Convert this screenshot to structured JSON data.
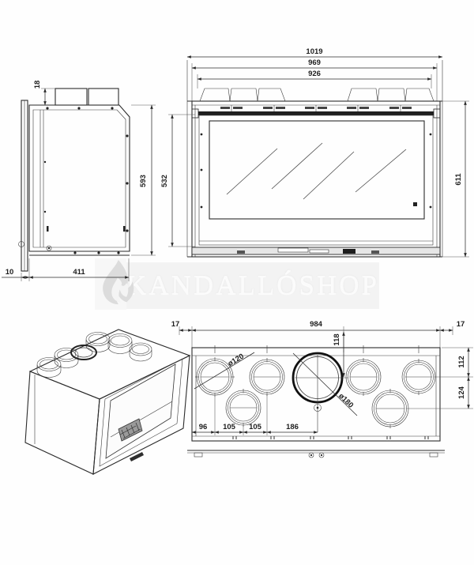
{
  "watermark": {
    "brand": "KANDALLÓSHOP",
    "tile_color": "#f7f7f7",
    "flame_color": "#dcdcdc",
    "text_color": "#fbfbfb"
  },
  "drawing": {
    "line_color": "#2b2b2b",
    "views": {
      "side": {
        "dim_collar_height": "18",
        "dim_body_height": "593",
        "dim_flange_offset": "10",
        "dim_depth": "411"
      },
      "front": {
        "dim_outer_width": "1019",
        "dim_frame_width": "969",
        "dim_collar_span": "926",
        "dim_glass_height": "532",
        "dim_total_height": "611"
      },
      "top": {
        "dim_side_left": "17",
        "dim_width": "984",
        "dim_side_right": "17",
        "dim_big_collar_offset": "118",
        "dim_row1_offset": "112",
        "dim_row2_offset": "124",
        "dia_small": "ø120",
        "dia_big": "ø180",
        "dim_chain": [
          "96",
          "105",
          "105",
          "186"
        ]
      }
    }
  }
}
